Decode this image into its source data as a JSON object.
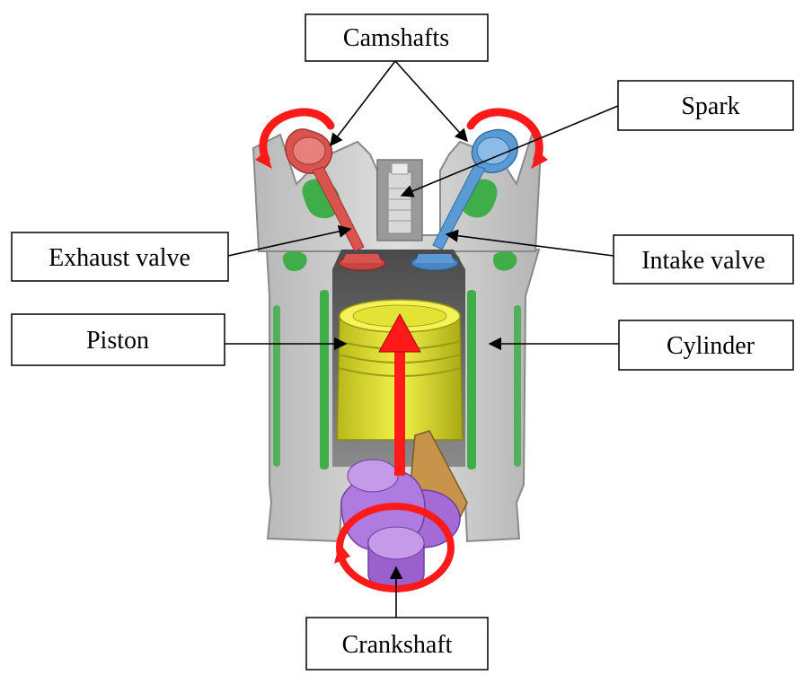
{
  "labels": {
    "camshafts": "Camshafts",
    "spark": "Spark",
    "exhaust_valve": "Exhaust valve",
    "intake_valve": "Intake valve",
    "piston": "Piston",
    "cylinder": "Cylinder",
    "crankshaft": "Crankshaft"
  },
  "colors": {
    "engine_block": "#c9c9c9",
    "coolant_channel": "#3fae49",
    "exhaust": "#d9534f",
    "intake": "#5b9bd5",
    "piston": "#e6e62e",
    "crankshaft": "#b07be0",
    "connecting_rod": "#c8934a",
    "motion_arrow": "#ff1a1a"
  }
}
